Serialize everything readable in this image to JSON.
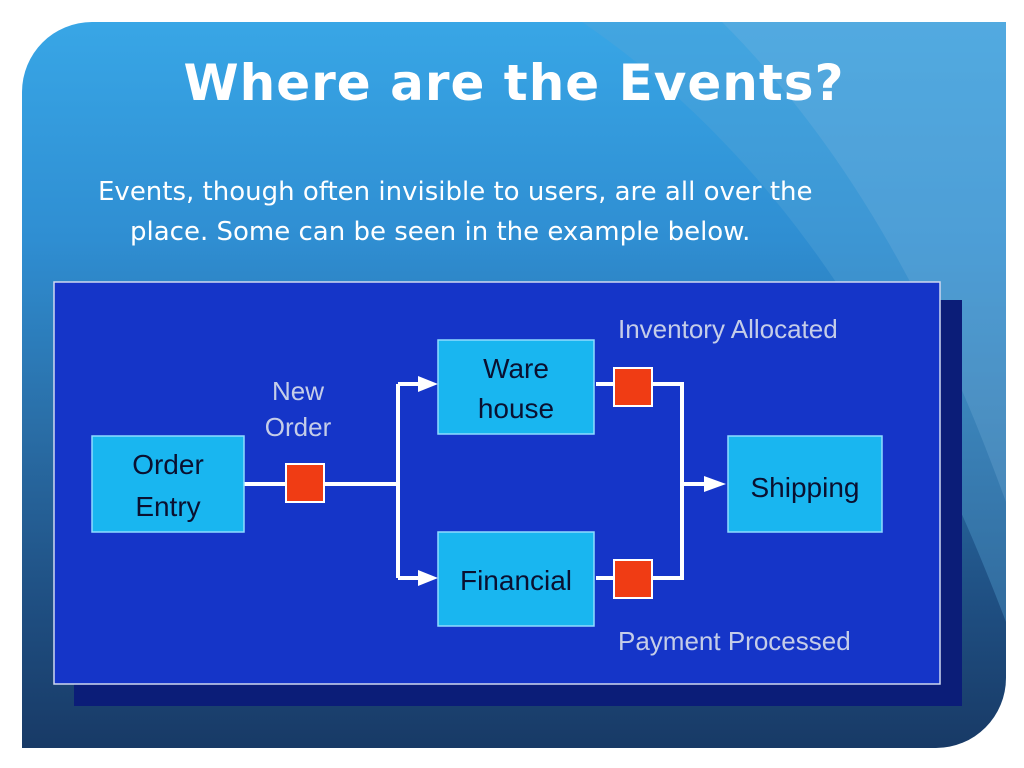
{
  "slide": {
    "title": "Where are the Events?",
    "body_line1": "Events, though often invisible to users, are all over the",
    "body_line2": "place. Some can be seen in the example below."
  },
  "diagram": {
    "nodes": {
      "order_entry": [
        "Order",
        "Entry"
      ],
      "warehouse": [
        "Ware",
        "house"
      ],
      "financial": "Financial",
      "shipping": "Shipping"
    },
    "events": {
      "new_order": [
        "New",
        "Order"
      ],
      "inventory_allocated": "Inventory Allocated",
      "payment_processed": "Payment Processed"
    },
    "colors": {
      "panel": "#1535c8",
      "node_fill": "#19b6f0",
      "event_marker": "#f03c14",
      "event_label": "#c5cde8",
      "connector": "#ffffff"
    }
  }
}
